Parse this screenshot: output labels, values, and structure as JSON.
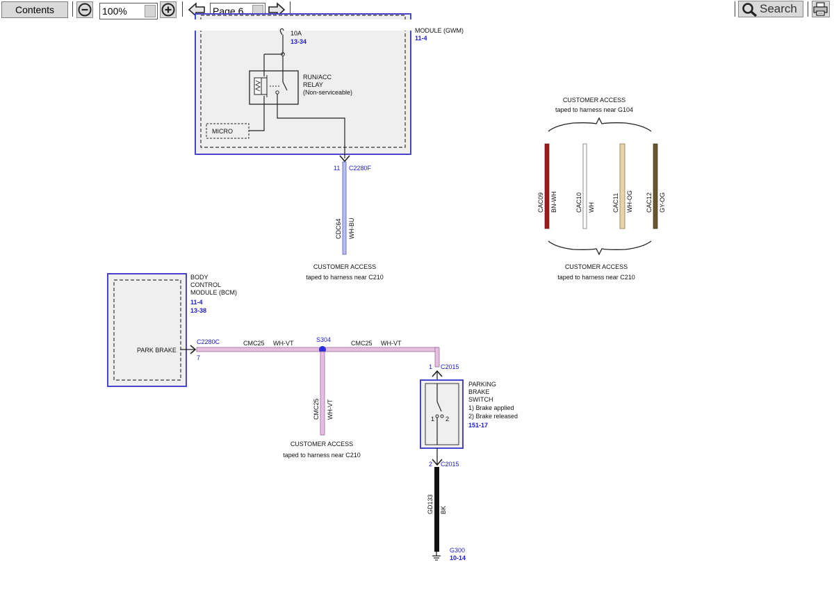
{
  "toolbar": {
    "contents_label": "Contents",
    "zoom_value": "100%",
    "page_value": "Page 6",
    "search_label": "Search"
  },
  "colors": {
    "wire_pink_white": "#e6bfe0",
    "wire_white_blue": "#b8bff0",
    "module_border": "#4646c8",
    "module_fill": "#efefef",
    "bn_wh": "#9b1c1c",
    "og": "#e8d2a8",
    "gy_og": "#6b5430",
    "bk": "#111111",
    "ref_blue": "#1a1ad0"
  },
  "diagram": {
    "top_module": {
      "partial_label": "MODULE (GWM)",
      "ref": "11-4",
      "fuse_amp": "10A",
      "fuse_ref": "13-34",
      "relay_name": "RUN/ACC",
      "relay_word": "RELAY",
      "relay_note": "(Non-serviceable)",
      "micro_label": "MICRO",
      "pin": "11",
      "connector": "C2280F",
      "circuit": "CDC64",
      "color": "WH-BU",
      "access_title": "CUSTOMER ACCESS",
      "access_note": "taped to harness near C210"
    },
    "access_group": {
      "top_title": "CUSTOMER ACCESS",
      "top_note": "taped to harness near G104",
      "wires": [
        {
          "circuit": "CAC09",
          "color": "BN-WH"
        },
        {
          "circuit": "CAC10",
          "color": "WH"
        },
        {
          "circuit": "CAC11",
          "color": "WH-OG"
        },
        {
          "circuit": "CAC12",
          "color": "GY-OG"
        }
      ],
      "bottom_title": "CUSTOMER ACCESS",
      "bottom_note": "taped to harness near C210"
    },
    "bcm": {
      "line1": "BODY",
      "line2": "CONTROL",
      "line3": "MODULE (BCM)",
      "ref1": "11-4",
      "ref2": "13-38",
      "internal_label": "PARK BRAKE",
      "connector": "C2280C",
      "pin": "7"
    },
    "wire_left": {
      "circuit": "CMC25",
      "color": "WH-VT"
    },
    "splice": "S304",
    "wire_right": {
      "circuit": "CMC25",
      "color": "WH-VT"
    },
    "branch": {
      "circuit": "CMC25",
      "color": "WH-VT",
      "access_title": "CUSTOMER ACCESS",
      "access_note": "taped to harness near C210"
    },
    "switch": {
      "pin_top": "1",
      "connector_top": "C2015",
      "line1": "PARKING",
      "line2": "BRAKE",
      "line3": "SWITCH",
      "pos1": "1) Brake applied",
      "pos2": "2) Brake released",
      "ref": "151-17",
      "contact1": "1",
      "contact2": "2",
      "pin_bottom": "2",
      "connector_bottom": "C2015"
    },
    "ground": {
      "circuit": "GD133",
      "color": "BK",
      "name": "G300",
      "ref": "10-14"
    }
  }
}
